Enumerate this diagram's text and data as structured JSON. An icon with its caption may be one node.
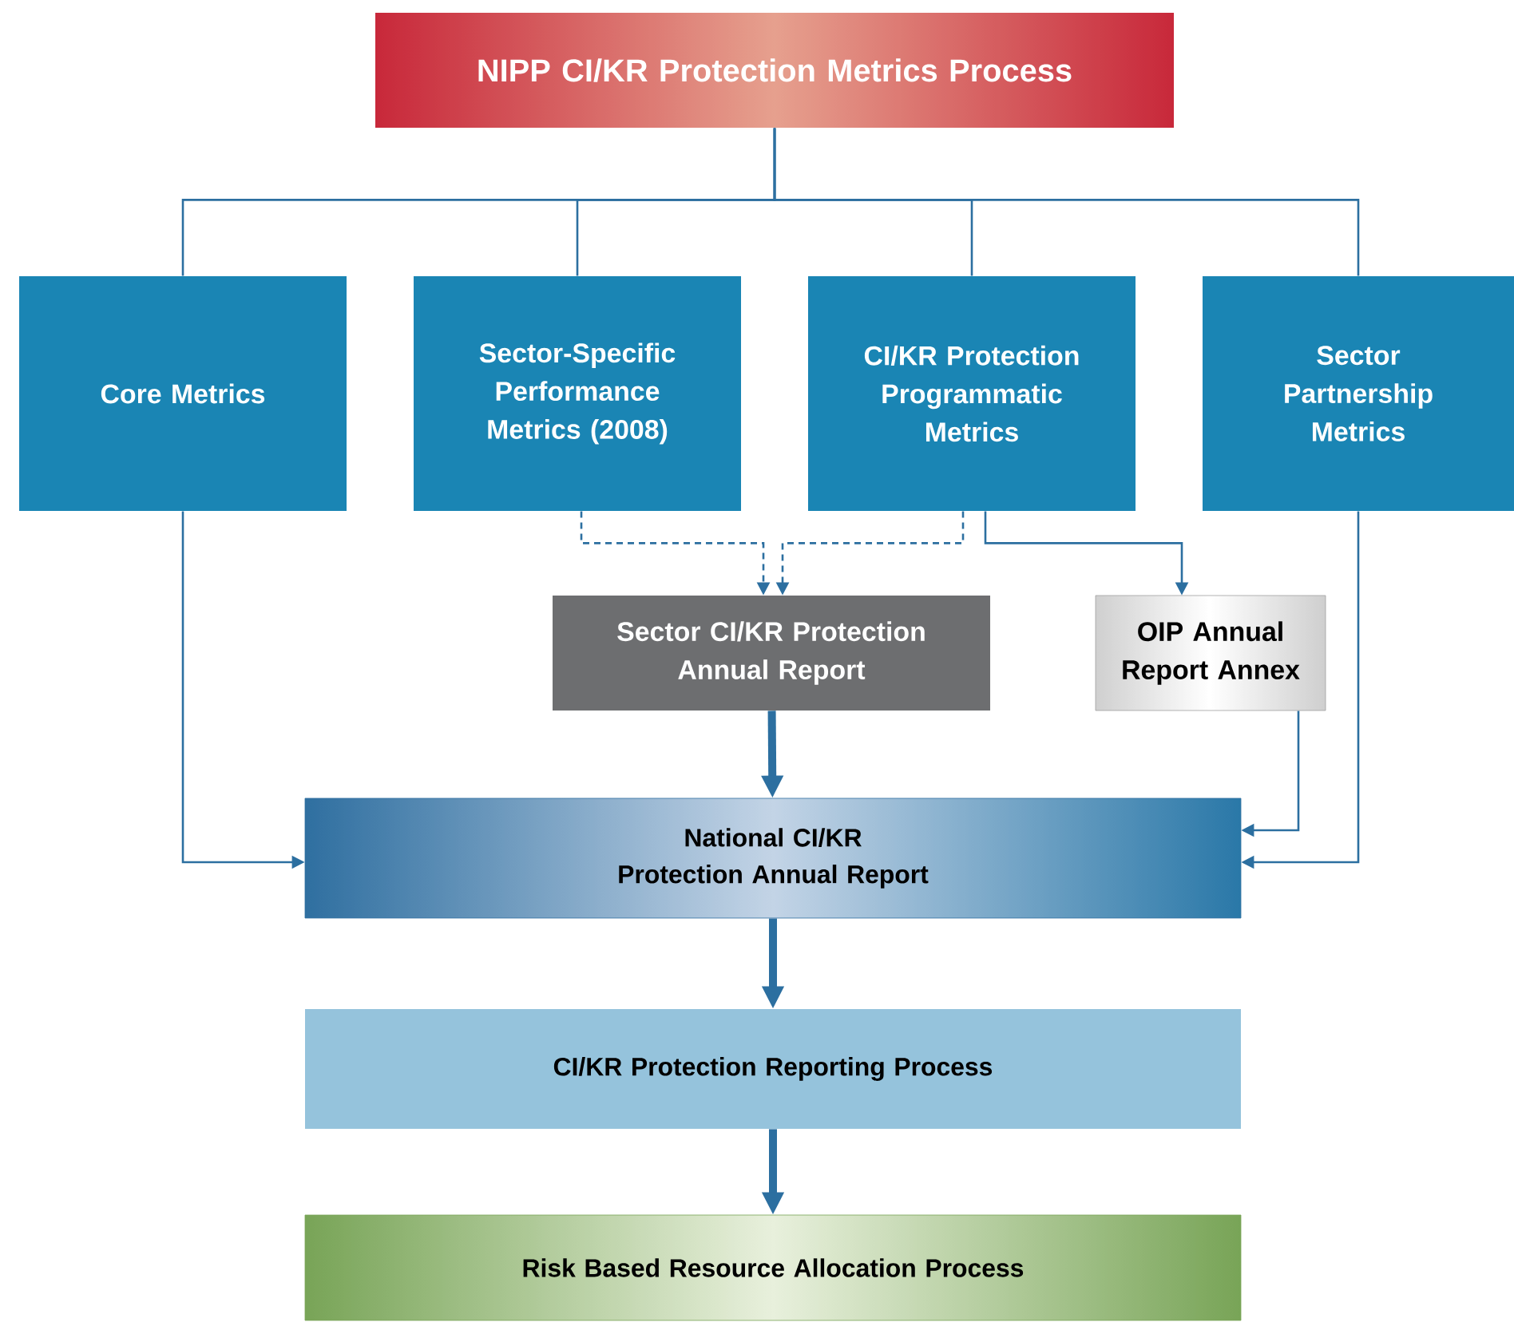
{
  "diagram": {
    "nodes": [
      {
        "text": [
          "NIPP CI/KR Protection Metrics Process"
        ]
      },
      {
        "text": [
          "Core Metrics"
        ]
      },
      {
        "text": [
          "Sector-Specific Performance Metrics (2008)"
        ]
      },
      {
        "text": [
          "CI/KR Protection Programmatic Metrics"
        ]
      },
      {
        "text": [
          "Sector Partnership Metrics"
        ]
      },
      {
        "text": [
          "Sector CI/KR Protection Annual Report"
        ]
      },
      {
        "text": [
          "OIP Annual Report Annex"
        ]
      },
      {
        "text": [
          "National CI/KR Protection Annual Report"
        ]
      },
      {
        "text": [
          "CI/KR Protection Reporting Process"
        ]
      },
      {
        "text": [
          "Risk Based Resource Allocation Process"
        ]
      }
    ],
    "edges": [
      {
        "from": 0,
        "to": 1,
        "arrow": "none"
      },
      {
        "from": 0,
        "to": 2,
        "arrow": "none"
      },
      {
        "from": 0,
        "to": 3,
        "arrow": "none"
      },
      {
        "from": 0,
        "to": 4,
        "arrow": "none"
      },
      {
        "from": 2,
        "to": 5,
        "arrow": "to",
        "style": "dashed"
      },
      {
        "from": 3,
        "to": 5,
        "arrow": "to",
        "style": "dashed"
      },
      {
        "from": 3,
        "to": 6,
        "arrow": "to"
      },
      {
        "from": 1,
        "to": 7,
        "arrow": "to"
      },
      {
        "from": 6,
        "to": 7,
        "arrow": "to"
      },
      {
        "from": 4,
        "to": 7,
        "arrow": "to"
      },
      {
        "from": 5,
        "to": 7,
        "arrow": "to",
        "style": "thick"
      },
      {
        "from": 7,
        "to": 8,
        "arrow": "to",
        "style": "thick"
      },
      {
        "from": 8,
        "to": 9,
        "arrow": "to",
        "style": "thick"
      }
    ]
  }
}
